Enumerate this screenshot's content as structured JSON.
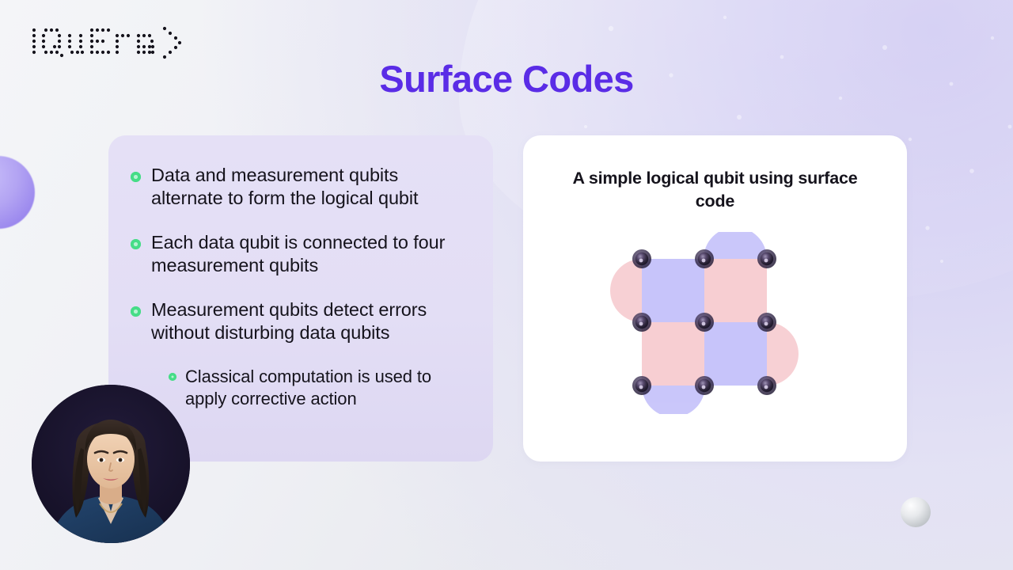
{
  "brand": {
    "logo_text": "|QuEra⟩",
    "logo_name": "quera-logo"
  },
  "slide": {
    "title": "Surface Codes",
    "title_color": "#5a2ce6",
    "background_color": "#eaebf0"
  },
  "bullets": {
    "marker_color": "#46dd87",
    "panel_color": "#e3def5",
    "items": [
      {
        "text": "Data and measurement qubits alternate to form the logical qubit",
        "level": 1
      },
      {
        "text": "Each data qubit is connected to four measurement qubits",
        "level": 1
      },
      {
        "text": "Measurement qubits detect errors without disturbing data qubits",
        "level": 1
      },
      {
        "text": "Classical computation is used to apply corrective action",
        "level": 2
      }
    ]
  },
  "figure": {
    "title": "A simple logical qubit using surface code",
    "card_color": "#ffffff",
    "diagram": {
      "name": "surface-code-lattice",
      "qubit_rows": 3,
      "qubit_cols": 3,
      "qubit_count": 9,
      "plaquette_colors": {
        "x_type": "#c7c4fa",
        "z_type": "#f7ced2"
      },
      "plaquettes": [
        {
          "row": 0,
          "col": 0,
          "color": "#c7c4fa"
        },
        {
          "row": 0,
          "col": 1,
          "color": "#f7ced2"
        },
        {
          "row": 1,
          "col": 0,
          "color": "#f7ced2"
        },
        {
          "row": 1,
          "col": 1,
          "color": "#c7c4fa"
        }
      ],
      "boundary_lobes": [
        {
          "side": "left",
          "color": "#f7ced2"
        },
        {
          "side": "top",
          "color": "#c7c4fa"
        },
        {
          "side": "right",
          "color": "#f7ced2"
        },
        {
          "side": "bottom",
          "color": "#c7c4fa"
        }
      ],
      "qubit_color": "#2b2438"
    }
  },
  "decor": {
    "left_sphere_color": "#9b88ee",
    "right_sphere_color": "#c6cace"
  },
  "presenter": {
    "name": "presenter-video",
    "background_color": "#171329"
  }
}
